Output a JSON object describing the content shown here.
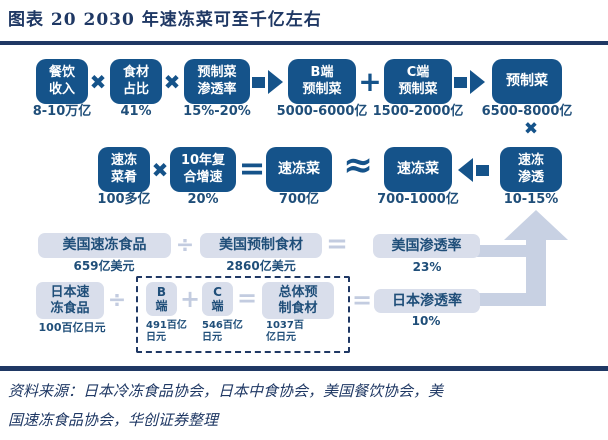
{
  "header": {
    "title": "图表 20  2030 年速冻菜可至千亿左右"
  },
  "colors": {
    "box_dark": "#15538a",
    "box_light": "#d9deeb",
    "navy_text": "#1f3864",
    "value_text": "#1f4e79",
    "arrow_light": "#c8d1e3"
  },
  "row1": {
    "b1": {
      "text": "餐饮\n收入",
      "value": "8-10万亿"
    },
    "x1": "✖",
    "b2": {
      "text": "食材\n占比",
      "value": "41%"
    },
    "x2": "✖",
    "b3": {
      "text": "预制菜\n渗透率",
      "value": "15%-20%"
    },
    "b4": {
      "text": "B端\n预制菜",
      "value": "5000-6000亿"
    },
    "plus": "+",
    "b5": {
      "text": "C端\n预制菜",
      "value": "1500-2000亿"
    },
    "b6": {
      "text": "预制菜",
      "value": "6500-8000亿"
    }
  },
  "link_multiply": "✖",
  "row2": {
    "b1": {
      "text": "速冻\n菜肴",
      "value": "100多亿"
    },
    "x1": "✖",
    "b2": {
      "text": "10年复\n合增速",
      "value": "20%"
    },
    "eq": "=",
    "b3": {
      "text": "速冻菜",
      "value": "700亿"
    },
    "approx": "≈",
    "b4": {
      "text": "速冻菜",
      "value": "700-1000亿"
    },
    "b5": {
      "text": "速冻\n渗透",
      "value": "10-15%"
    }
  },
  "row3": {
    "b1": {
      "text": "美国速冻食品",
      "value": "659亿美元"
    },
    "divide": "÷",
    "b2": {
      "text": "美国预制食材",
      "value": "2860亿美元"
    },
    "eq": "=",
    "b3": {
      "text": "美国渗透率",
      "value": "23%"
    }
  },
  "row4": {
    "b1": {
      "text": "日本速\n冻食品",
      "value": "100百亿日元"
    },
    "divide": "÷",
    "bB": {
      "text": "B\n端",
      "value": "491百亿\n日元"
    },
    "plus": "+",
    "bC": {
      "text": "C\n端",
      "value": "546百亿\n日元"
    },
    "eq_inner": "=",
    "bT": {
      "text": "总体预\n制食材",
      "value": "1037百\n亿日元"
    },
    "eq_outer": "=",
    "b3": {
      "text": "日本渗透率",
      "value": "10%"
    }
  },
  "footer": {
    "source": "资料来源：日本冷冻食品协会，日本中食协会，美国餐饮协会，美\n国速冻食品协会，华创证券整理"
  }
}
